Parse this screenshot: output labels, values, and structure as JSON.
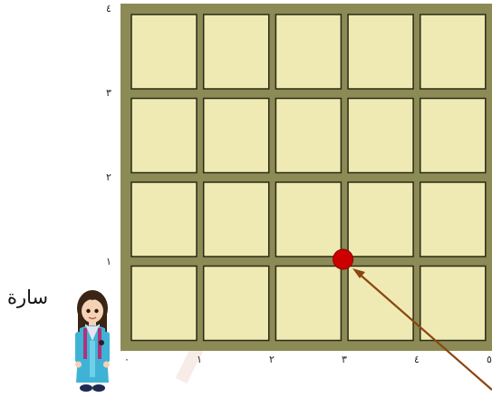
{
  "grid": {
    "columns": 5,
    "rows": 4,
    "x_ticks": [
      "٠",
      "١",
      "٢",
      "٣",
      "٤",
      "٥"
    ],
    "y_ticks": [
      "١",
      "٢",
      "٣",
      "٤"
    ],
    "frame_color": "#8c8a55",
    "cell_color": "#efeab3",
    "cell_border_color": "#2b2a18"
  },
  "point": {
    "x": 3,
    "y": 1,
    "color": "#cc0000"
  },
  "arrow": {
    "color": "#8b4513"
  },
  "person": {
    "name": "سارة",
    "icon": "girl-figure-icon"
  },
  "watermark": {
    "color": "#e8cfc8"
  }
}
